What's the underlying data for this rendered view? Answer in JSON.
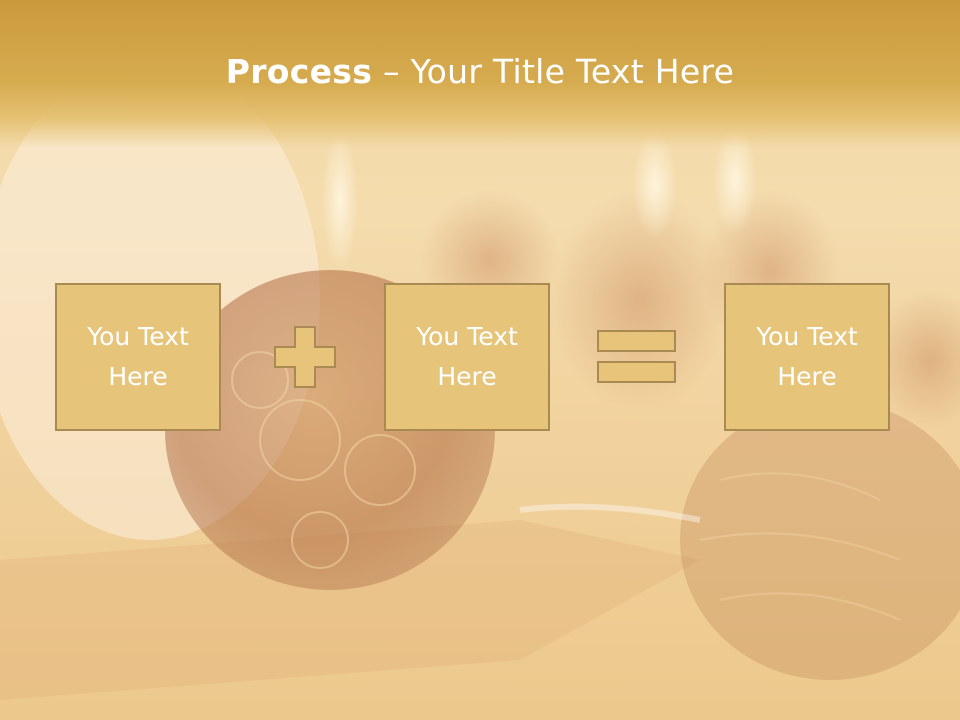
{
  "slide": {
    "title_bold": "Process",
    "title_dash": " – ",
    "title_rest": "Your Title Text Here"
  },
  "boxes": [
    {
      "text": "You Text Here"
    },
    {
      "text": "You Text Here"
    },
    {
      "text": "You Text Here"
    }
  ],
  "operators": [
    "plus-icon",
    "equals-icon"
  ],
  "colors": {
    "title_band": "#d6ab4f",
    "box_fill": "#e6c57b",
    "box_border": "#a98a52",
    "operator_fill": "#e8c47a",
    "text": "#ffffff"
  }
}
